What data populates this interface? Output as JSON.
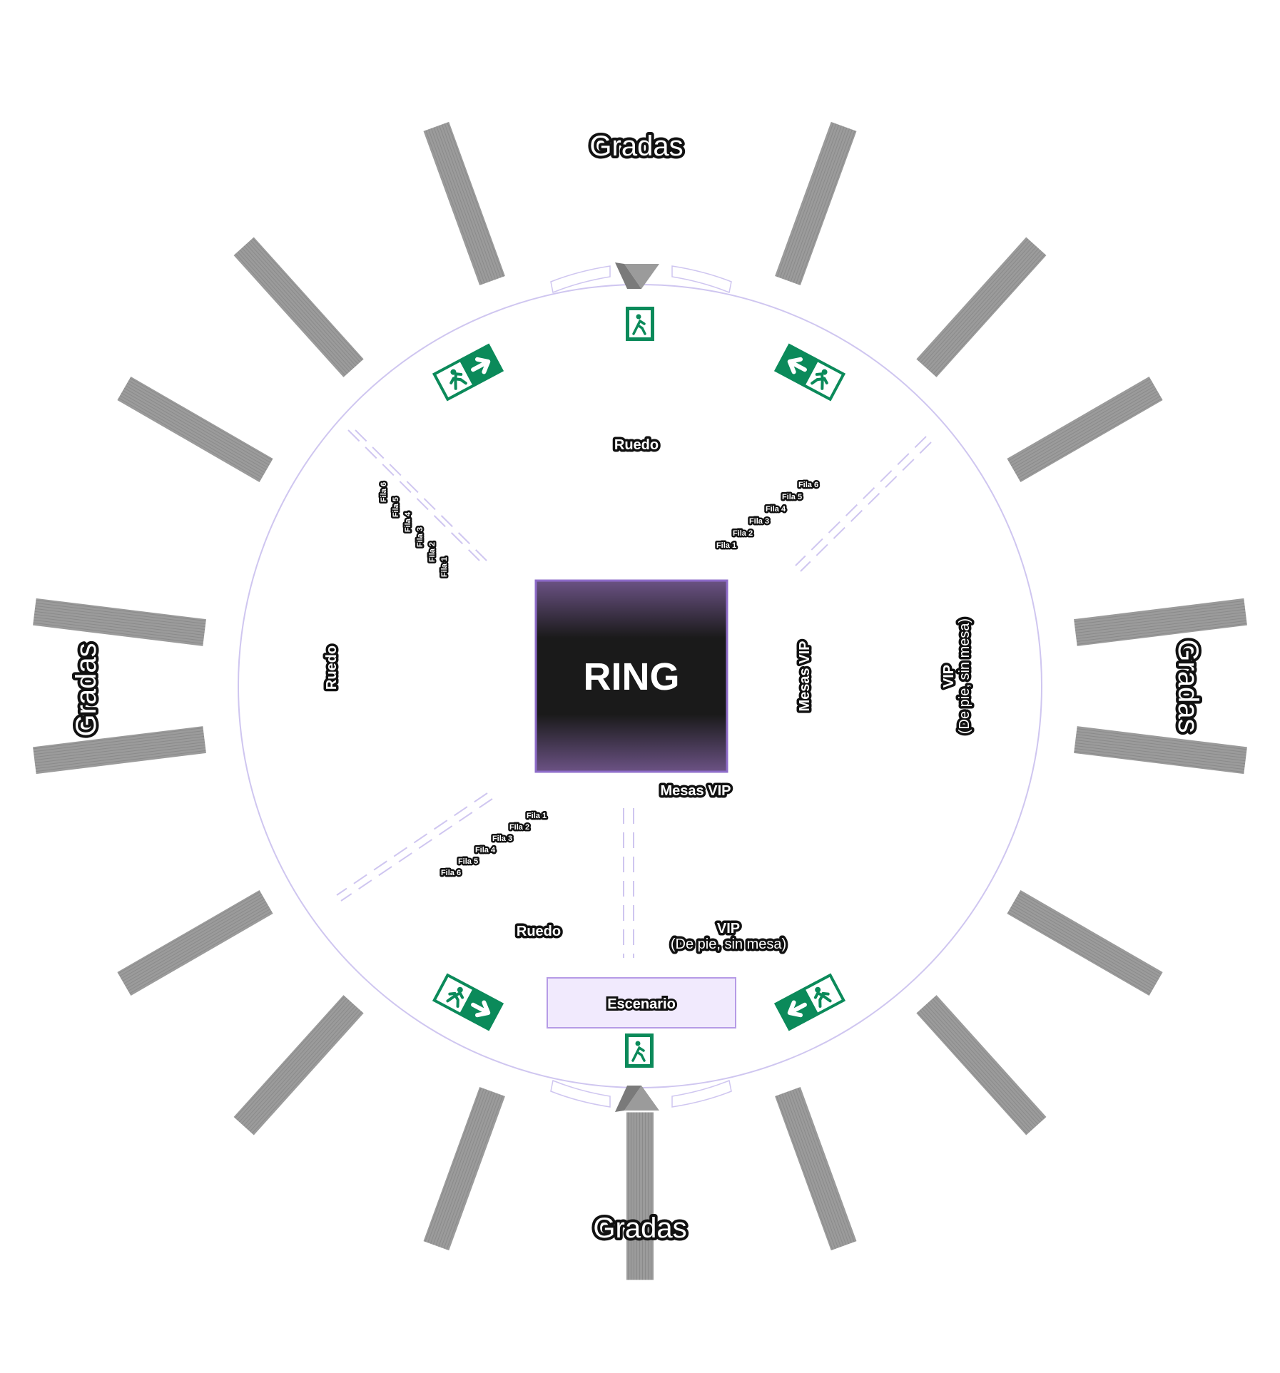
{
  "labels": {
    "gradas_top": "Gradas",
    "gradas_left": "Gradas",
    "gradas_right": "Gradas",
    "gradas_bottom": "Gradas",
    "ruedo_top": "Ruedo",
    "ruedo_left": "Ruedo",
    "ruedo_bottom": "Ruedo",
    "ring": "RING",
    "mesas_vip_vertical": "Mesas VIP",
    "mesas_vip": "Mesas VIP",
    "vip_right_line1": "VIP",
    "vip_right_line2": "(De pie, sin mesa)",
    "vip_bottom_line1": "VIP",
    "vip_bottom_line2": "(De pie, sin mesa)",
    "escenario": "Escenario"
  },
  "rows": {
    "top_left": [
      "Fila 6",
      "Fila 5",
      "Fila 4",
      "Fila 3",
      "Fila 2",
      "Fila 1"
    ],
    "top_right": [
      "Fila 6",
      "Fila 5",
      "Fila 4",
      "Fila 3",
      "Fila 2",
      "Fila 1"
    ],
    "bottom_left": [
      "Fila 1",
      "Fila 2",
      "Fila 3",
      "Fila 4",
      "Fila 5",
      "Fila 6"
    ]
  },
  "icons": {
    "exit_sign": "emergency-exit-icon",
    "bleacher": "bleacher-block"
  },
  "colors": {
    "ring_dark": "#1a1a1a",
    "ring_purple": "#6b5284",
    "ring_border": "#8e6cc9",
    "arena_circle": "#cfc6f0",
    "bleacher": "#9b9b9b",
    "exit_green": "#0b8a5a",
    "stage_fill": "#f1eafd",
    "stage_border": "#b69be6"
  }
}
